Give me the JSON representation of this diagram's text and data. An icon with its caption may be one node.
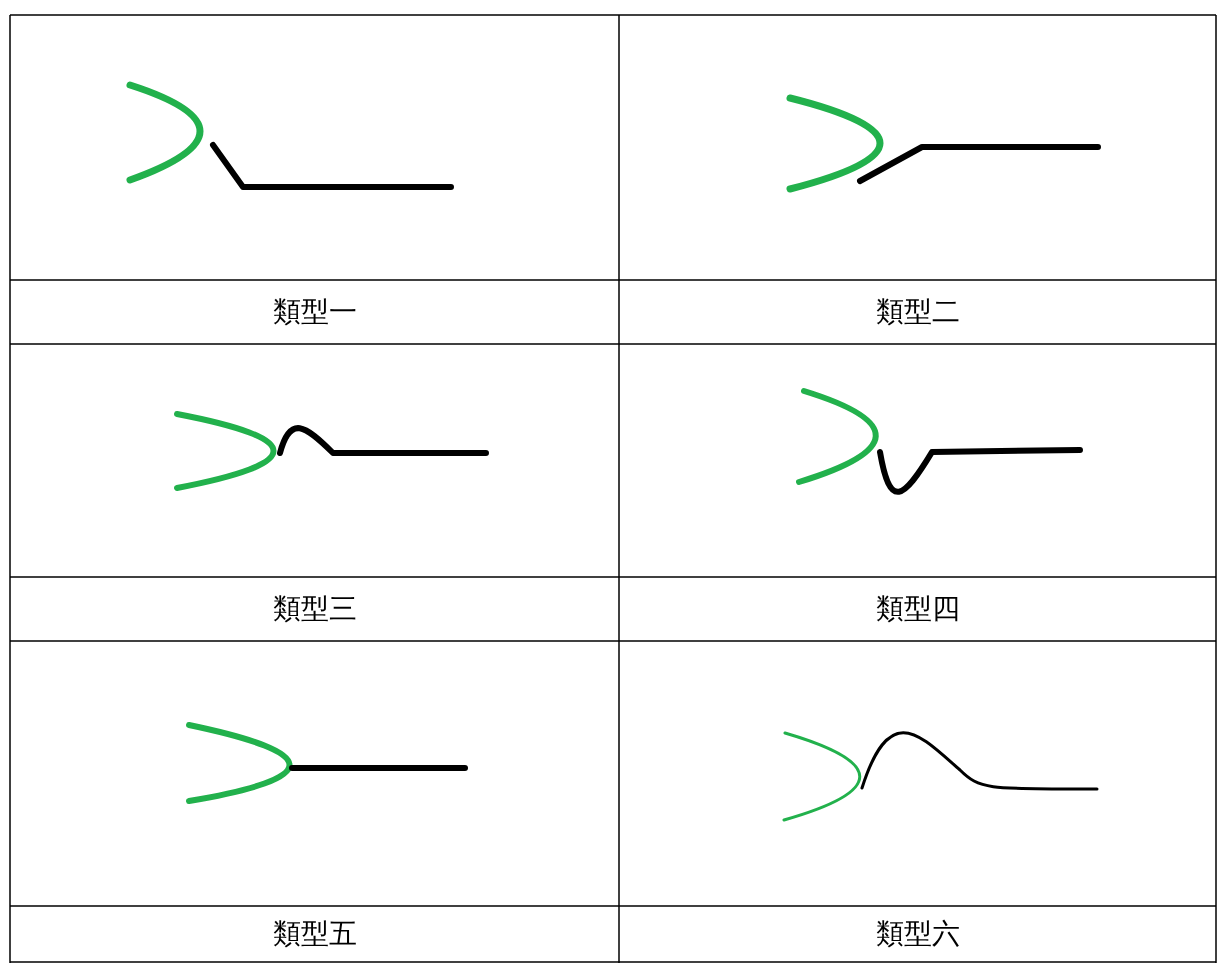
{
  "diagram": {
    "labels": [
      "類型一",
      "類型二",
      "類型三",
      "類型四",
      "類型五",
      "類型六"
    ]
  }
}
